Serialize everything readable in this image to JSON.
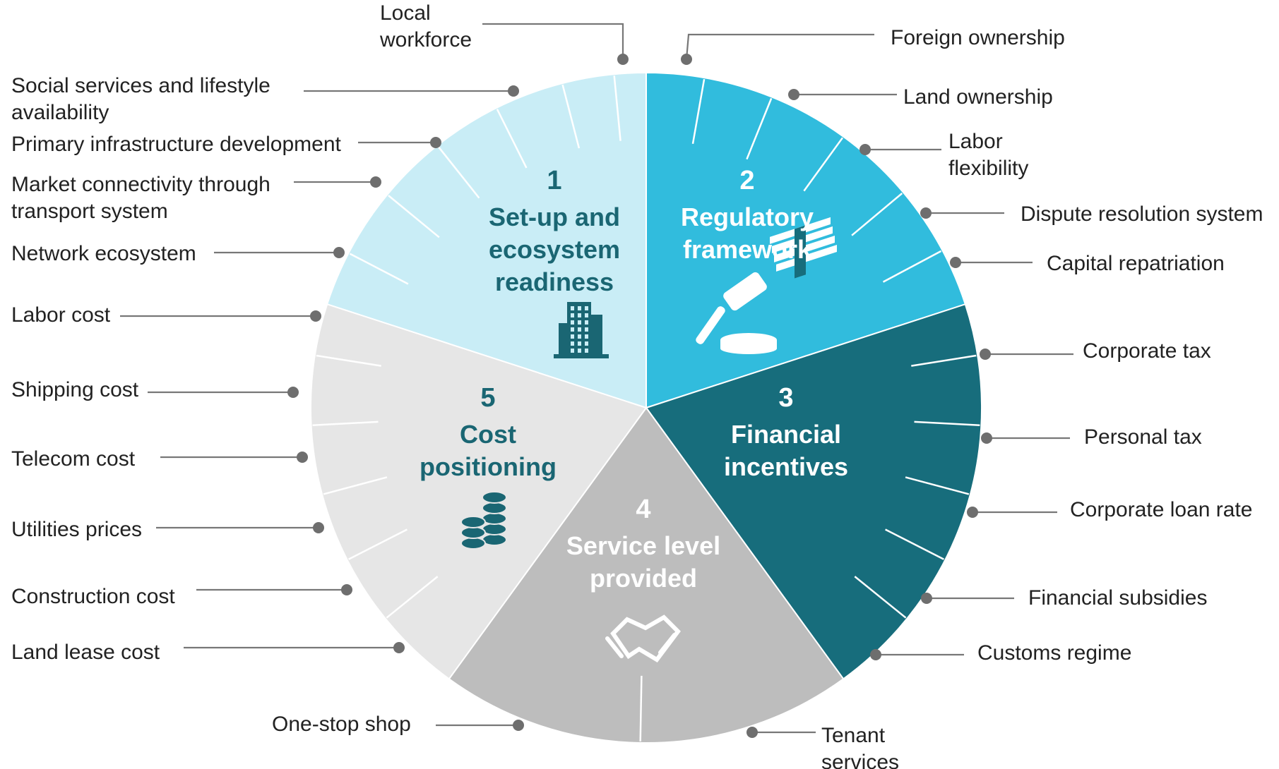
{
  "pillars": [
    {
      "number": "1",
      "title_lines": [
        "Set-up and",
        "ecosystem",
        "readiness"
      ],
      "color": "#c9edf6",
      "text_color": "#1a6673",
      "icon": "buildings-icon"
    },
    {
      "number": "2",
      "title_lines": [
        "Regulatory",
        "framework"
      ],
      "color": "#31bcdd",
      "text_color": "#ffffff",
      "icon": "gavel-icon"
    },
    {
      "number": "3",
      "title_lines": [
        "Financial",
        "incentives"
      ],
      "color": "#176d7c",
      "text_color": "#ffffff",
      "icon": "money-stack-icon"
    },
    {
      "number": "4",
      "title_lines": [
        "Service level",
        "provided"
      ],
      "color": "#bdbdbd",
      "text_color": "#ffffff",
      "icon": "handshake-icon"
    },
    {
      "number": "5",
      "title_lines": [
        "Cost",
        "positioning"
      ],
      "color": "#e6e6e6",
      "text_color": "#1a6673",
      "icon": "coins-icon"
    }
  ],
  "factors": [
    {
      "lines": [
        "Local",
        "workforce"
      ],
      "pillar": "1"
    },
    {
      "lines": [
        "Social services and lifestyle",
        "availability"
      ],
      "pillar": "1"
    },
    {
      "lines": [
        "Primary infrastructure development"
      ],
      "pillar": "1"
    },
    {
      "lines": [
        "Market connectivity through",
        "transport system"
      ],
      "pillar": "1"
    },
    {
      "lines": [
        "Network ecosystem"
      ],
      "pillar": "1"
    },
    {
      "lines": [
        "Foreign ownership"
      ],
      "pillar": "2"
    },
    {
      "lines": [
        "Land ownership"
      ],
      "pillar": "2"
    },
    {
      "lines": [
        "Labor",
        "flexibility"
      ],
      "pillar": "2"
    },
    {
      "lines": [
        "Dispute resolution system"
      ],
      "pillar": "2"
    },
    {
      "lines": [
        "Capital repatriation"
      ],
      "pillar": "2"
    },
    {
      "lines": [
        "Corporate tax"
      ],
      "pillar": "3"
    },
    {
      "lines": [
        "Personal tax"
      ],
      "pillar": "3"
    },
    {
      "lines": [
        "Corporate loan rate"
      ],
      "pillar": "3"
    },
    {
      "lines": [
        "Financial subsidies"
      ],
      "pillar": "3"
    },
    {
      "lines": [
        "Customs regime"
      ],
      "pillar": "3"
    },
    {
      "lines": [
        "One-stop shop"
      ],
      "pillar": "4"
    },
    {
      "lines": [
        "Tenant",
        "services"
      ],
      "pillar": "4"
    },
    {
      "lines": [
        "Labor cost"
      ],
      "pillar": "5"
    },
    {
      "lines": [
        "Shipping cost"
      ],
      "pillar": "5"
    },
    {
      "lines": [
        "Telecom cost"
      ],
      "pillar": "5"
    },
    {
      "lines": [
        "Utilities prices"
      ],
      "pillar": "5"
    },
    {
      "lines": [
        "Construction cost"
      ],
      "pillar": "5"
    },
    {
      "lines": [
        "Land lease cost"
      ],
      "pillar": "5"
    }
  ],
  "colors": {
    "leader": "#777777",
    "dot": "#6e6e6e",
    "label_text": "#222222"
  }
}
